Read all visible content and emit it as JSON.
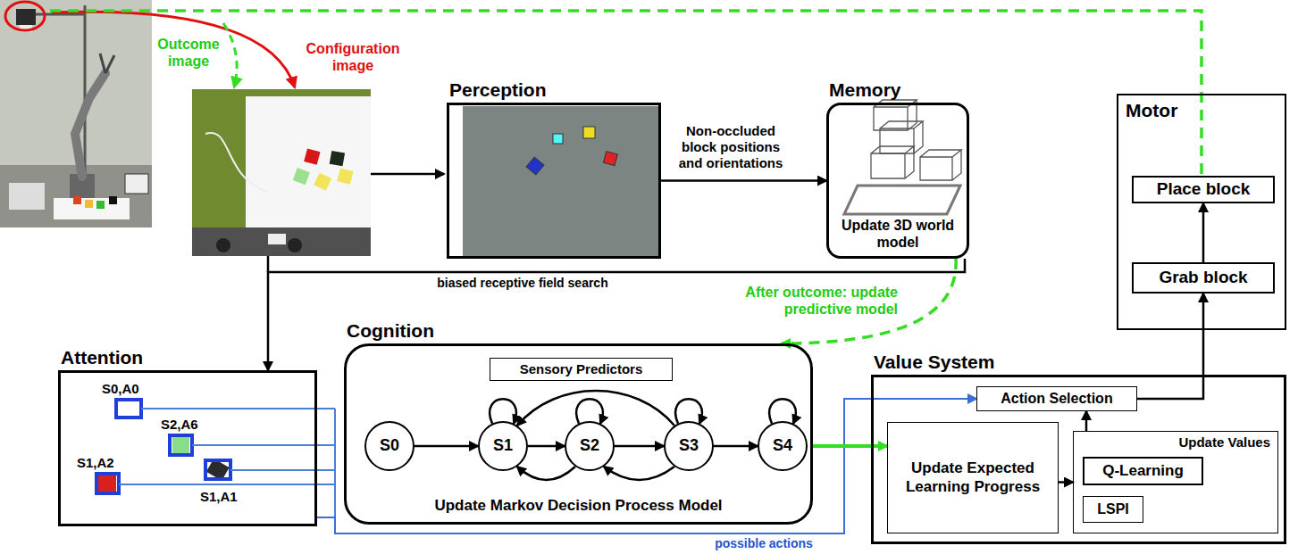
{
  "diagram": {
    "nodes": [
      {
        "text": [
          "Perception"
        ]
      },
      {
        "text": [
          "Memory",
          "Update 3D world model"
        ]
      },
      {
        "text": [
          "Motor"
        ]
      },
      {
        "text": [
          "Place block"
        ],
        "in": 2
      },
      {
        "text": [
          "Grab block"
        ],
        "in": 2
      },
      {
        "text": [
          "Attention"
        ]
      },
      {
        "text": [
          "Cognition",
          "Update Markov Decision Process Model"
        ]
      },
      {
        "text": [
          "Sensory Predictors"
        ],
        "in": 6
      },
      {
        "text": [
          "S0"
        ],
        "in": 6
      },
      {
        "text": [
          "S1"
        ],
        "in": 6
      },
      {
        "text": [
          "S2"
        ],
        "in": 6
      },
      {
        "text": [
          "S3"
        ],
        "in": 6
      },
      {
        "text": [
          "S4"
        ],
        "in": 6
      },
      {
        "text": [
          "Value System"
        ]
      },
      {
        "text": [
          "Action Selection"
        ],
        "in": 13
      },
      {
        "text": [
          "Update Expected Learning Progress"
        ],
        "in": 13
      },
      {
        "text": [
          "Update Values"
        ],
        "in": 13
      },
      {
        "text": [
          "Q-Learning"
        ],
        "in": 16
      },
      {
        "text": [
          "LSPI"
        ],
        "in": 16
      }
    ],
    "edges": [
      {
        "from": 0,
        "to": 1,
        "arrow": "to",
        "label": "Non-occluded block positions and orientations"
      },
      {
        "from": 1,
        "to": 6,
        "arrow": "to",
        "label": "After outcome: update predictive model"
      },
      {
        "from": 1,
        "to": 5,
        "arrow": "to",
        "label": "biased receptive field search"
      },
      {
        "from": 5,
        "to": 14,
        "arrow": "to",
        "label": "possible actions"
      },
      {
        "from": 8,
        "to": 9,
        "arrow": "to"
      },
      {
        "from": 9,
        "to": 9,
        "arrow": "to"
      },
      {
        "from": 9,
        "to": 10,
        "arrow": "to"
      },
      {
        "from": 10,
        "to": 10,
        "arrow": "to"
      },
      {
        "from": 10,
        "to": 11,
        "arrow": "to"
      },
      {
        "from": 11,
        "to": 11,
        "arrow": "to"
      },
      {
        "from": 11,
        "to": 12,
        "arrow": "to"
      },
      {
        "from": 12,
        "to": 12,
        "arrow": "to"
      },
      {
        "from": 11,
        "to": 9,
        "arrow": "to"
      },
      {
        "from": 10,
        "to": 9,
        "arrow": "to"
      },
      {
        "from": 11,
        "to": 10,
        "arrow": "to"
      },
      {
        "from": 6,
        "to": 15,
        "arrow": "to"
      },
      {
        "from": 15,
        "to": 16,
        "arrow": "to"
      },
      {
        "from": 16,
        "to": 14,
        "arrow": "to"
      },
      {
        "from": 14,
        "to": 4,
        "arrow": "to"
      },
      {
        "from": 4,
        "to": 3,
        "arrow": "to"
      }
    ],
    "labels": [
      "Outcome image",
      "Configuration image",
      "S0,A0",
      "S2,A6",
      "S1,A2",
      "S1,A1"
    ]
  }
}
